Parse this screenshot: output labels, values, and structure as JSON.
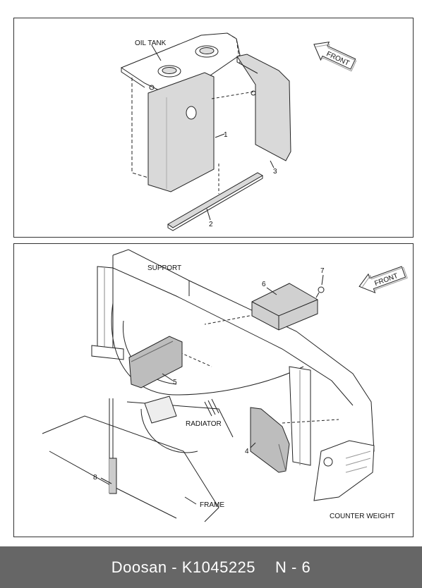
{
  "top_diagram": {
    "labels": {
      "oil_tank": "OIL TANK",
      "front": "FRONT"
    },
    "callouts": [
      "1",
      "2",
      "3"
    ]
  },
  "bottom_diagram": {
    "labels": {
      "support": "SUPPORT",
      "front": "FRONT",
      "radiator": "RADIATOR",
      "frame": "FRAME",
      "counter_weight": "COUNTER WEIGHT"
    },
    "callouts": [
      "4",
      "5",
      "6",
      "7",
      "8"
    ]
  },
  "footer": {
    "brand": "Doosan",
    "dash": "-",
    "part_number": "K1045225",
    "page": "N - 6"
  }
}
